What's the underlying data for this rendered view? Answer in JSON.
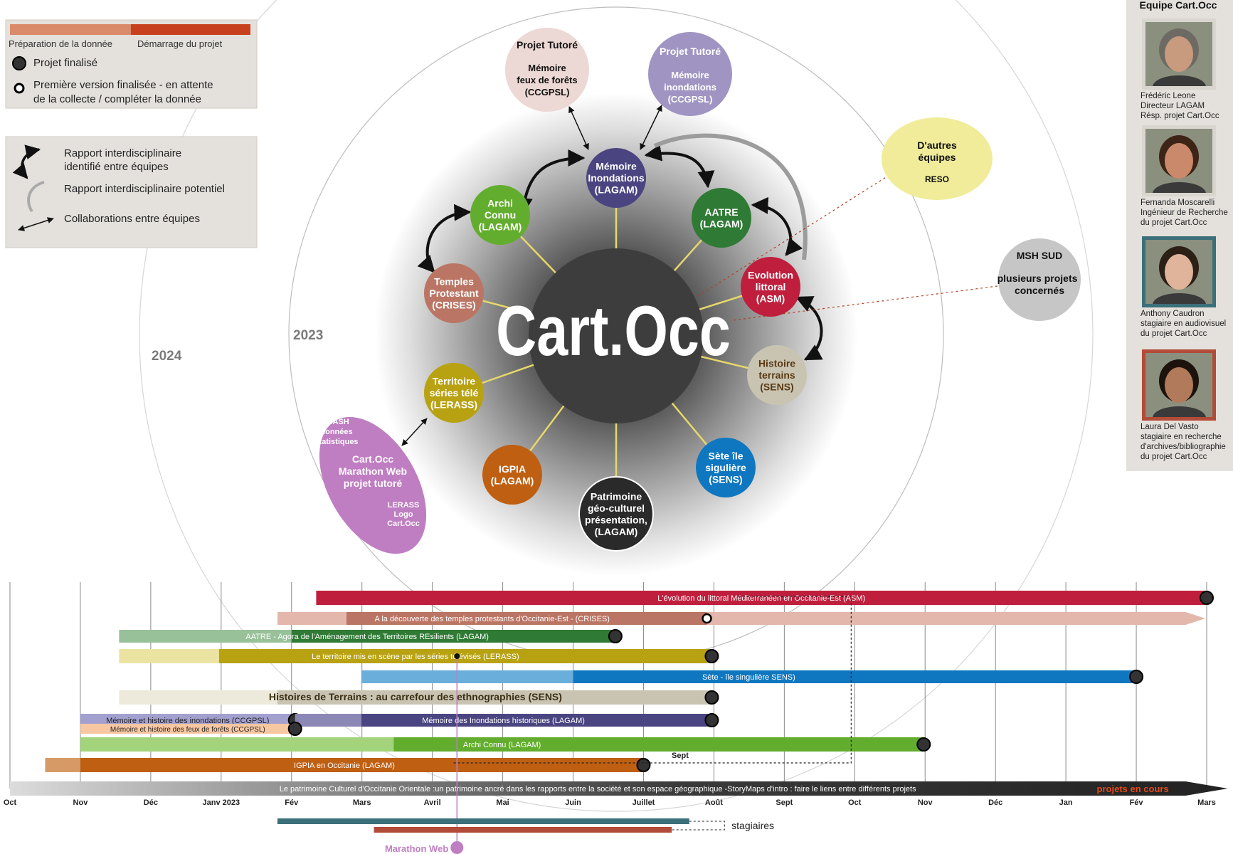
{
  "legend_top": {
    "prep_label": "Préparation de la donnée",
    "start_label": "Démarrage du projet",
    "finished_label": "Projet finalisé",
    "pending_line1": "Première version finalisée - en attente",
    "pending_line2": "de la collecte / compléter la donnée",
    "prep_color": "#d98a68",
    "start_color": "#c8411e"
  },
  "legend_relations": {
    "identified_line1": "Rapport interdisciplinaire",
    "identified_line2": "identifié entre équipes",
    "potential": "Rapport interdisciplinaire potentiel",
    "collab": "Collaborations entre équipes"
  },
  "year_labels": {
    "y2023": "2023",
    "y2024": "2024"
  },
  "center": {
    "label": "Cart.Occ"
  },
  "nodes": [
    {
      "id": "memoire-inondations",
      "lines": [
        "Mémoire",
        "Inondations",
        "(LAGAM)"
      ],
      "color": "#4a4580"
    },
    {
      "id": "aatre",
      "lines": [
        "AATRE",
        "(LAGAM)"
      ],
      "color": "#2f7a35"
    },
    {
      "id": "evolution-littoral",
      "lines": [
        "Evolution",
        "littoral",
        "(ASM)"
      ],
      "color": "#bf1f3d"
    },
    {
      "id": "histoire-terrains",
      "lines": [
        "Histoire",
        "terrains",
        "(SENS)"
      ],
      "color": "#c9c4b2"
    },
    {
      "id": "sete-ile",
      "lines": [
        "Sète île",
        "sigulière",
        "(SENS)"
      ],
      "color": "#0f77c0"
    },
    {
      "id": "patrimoine",
      "lines": [
        "Patrimoine",
        "géo-culturel",
        "présentation,",
        "(LAGAM)"
      ],
      "color": "#2a2a2a"
    },
    {
      "id": "igpia",
      "lines": [
        "IGPIA",
        "(LAGAM)"
      ],
      "color": "#bf5f12"
    },
    {
      "id": "territoire",
      "lines": [
        "Territoire",
        "séries télé",
        "(LERASS)"
      ],
      "color": "#b8a212"
    },
    {
      "id": "temples",
      "lines": [
        "Temples",
        "Protestant",
        "(CRISES)"
      ],
      "color": "#bb7564"
    },
    {
      "id": "archi-connu",
      "lines": [
        "Archi",
        "Connu",
        "(LAGAM)"
      ],
      "color": "#63ad2e"
    }
  ],
  "outer_bubbles": {
    "projet_tutore_1": {
      "title": "Projet Tutoré",
      "lines": [
        "Mémoire",
        "feux de forêts",
        "(CCGPSL)"
      ],
      "color": "#ecd8d4"
    },
    "projet_tutore_2": {
      "title": "Projet Tutoré",
      "lines": [
        "Mémoire",
        "inondations",
        "(CCGPSL)"
      ],
      "color": "#a095c2"
    },
    "autres": {
      "lines": [
        "D'autres",
        "équipes"
      ],
      "sub": "RESO",
      "color": "#f0ec9a"
    },
    "msh": {
      "title": "MSH SUD",
      "lines": [
        "plusieurs projets",
        "concernés"
      ],
      "color": "#c6c6c6"
    },
    "miash": {
      "top": [
        "MIASH",
        "données",
        "statistiques"
      ],
      "mid": [
        "Cart.Occ",
        "Marathon Web",
        "projet tutoré"
      ],
      "bottom": [
        "LERASS",
        "Logo",
        "Cart.Occ"
      ],
      "color": "#bf7ec2"
    }
  },
  "team": {
    "title": "Equipe Cart.Occ",
    "members": [
      {
        "lines": [
          "Frédéric Leone",
          "Directeur LAGAM",
          "Résp. projet Cart.Occ"
        ],
        "frame": "#d9d5cf"
      },
      {
        "lines": [
          "Fernanda Moscarelli",
          "Ingénieur de Recherche",
          "du projet Cart.Occ"
        ],
        "frame": "#d9d5cf"
      },
      {
        "lines": [
          "Anthony Caudron",
          "stagiaire en audiovisuel",
          "du projet Cart.Occ"
        ],
        "frame": "#3b6f7a"
      },
      {
        "lines": [
          "Laura Del Vasto",
          "stagiaire en recherche",
          "d'archives/bibliographie",
          "du projet Cart.Occ"
        ],
        "frame": "#b24b37"
      }
    ]
  },
  "timeline": {
    "months": [
      "Oct",
      "Nov",
      "Déc",
      "Janv 2023",
      "Fév",
      "Mars",
      "Avril",
      "Mai",
      "Juin",
      "Juillet",
      "Août",
      "Sept",
      "Oct",
      "Nov",
      "Déc",
      "Jan",
      "Fév",
      "Mars"
    ],
    "bars": [
      {
        "label": "L'évolution du littoral Méditerranéen en Occitanie-Est (ASM)",
        "light": "#bf1f3d",
        "dark": "#bf1f3d",
        "start": 4.35,
        "split": 4.35,
        "end": 17.0,
        "row": 0,
        "marker": "filled"
      },
      {
        "label": "A la découverte des temples protestants d'Occitanie-Est - (CRISES)",
        "light": "#e3b7ab",
        "dark": "#bb7564",
        "start": 3.8,
        "split": 4.78,
        "end": 9.9,
        "row": 1,
        "marker": "hollow"
      },
      {
        "label": "AATRE - Agora de l'Aménagement des Territoires REsilients (LAGAM)",
        "light": "#98c199",
        "dark": "#2f7a35",
        "start": 1.55,
        "split": 4.0,
        "end": 8.6,
        "row": 2,
        "marker": "filled"
      },
      {
        "label": "Le territoire mis en scène par les séries télévisés  (LERASS)",
        "light": "#ebe3a2",
        "dark": "#b8a212",
        "start": 1.55,
        "split": 2.97,
        "end": 9.97,
        "row": 3,
        "marker": "filled"
      },
      {
        "label": "Sète - île singulière SENS)",
        "light": "#6aaedc",
        "dark": "#0f77c0",
        "start": 4.99,
        "split": 8.0,
        "end": 16.0,
        "row": 4,
        "marker": "filled"
      },
      {
        "label": "Histoires de Terrains : au carrefour des ethnographies (SENS)",
        "light": "#edeadc",
        "dark": "#c9c4b2",
        "start": 1.55,
        "split": 3.8,
        "end": 9.97,
        "row": 5,
        "marker": "filled"
      },
      {
        "label": "Mémoire et histoire des inondations (CCGPSL)",
        "light": "#a3a0cf",
        "dark": "#a3a0cf",
        "start": 1.0,
        "split": 1.0,
        "end": 4.05,
        "row": 6,
        "marker": "filled"
      },
      {
        "label": "Mémoire des Inondations historiques (LAGAM)",
        "light": "#8c88b5",
        "dark": "#4a4580",
        "start": 4.05,
        "split": 4.99,
        "end": 9.97,
        "row": 6,
        "marker": "filled"
      },
      {
        "label": "Mémoire et histoire des feux de forêts (CCGPSL)",
        "light": "#f7c7a2",
        "dark": "#f7c7a2",
        "start": 1.0,
        "split": 1.0,
        "end": 4.05,
        "row": 7,
        "marker": "filled"
      },
      {
        "label": "Archi Connu (LAGAM)",
        "light": "#a3d47c",
        "dark": "#63ad2e",
        "start": 1.0,
        "split": 5.45,
        "end": 12.98,
        "row": 8,
        "marker": "filled"
      },
      {
        "label": "IGPIA en Occitanie (LAGAM)",
        "light": "#d69a66",
        "dark": "#bf5f12",
        "start": 0.5,
        "split": 1.0,
        "end": 9.0,
        "row": 9,
        "marker": "filled"
      }
    ],
    "patrimoine_label": "Le patrimoine Culturel d'Occitanie Orientale :un patrimoine ancré dans les rapports entre la société et son espace géographique -StoryMaps d'intro : faire le liens entre différents projets",
    "en_cours": "projets en cours",
    "sept_label": "Sept",
    "stagiaires": "stagiaires",
    "marathon": "Marathon Web"
  }
}
